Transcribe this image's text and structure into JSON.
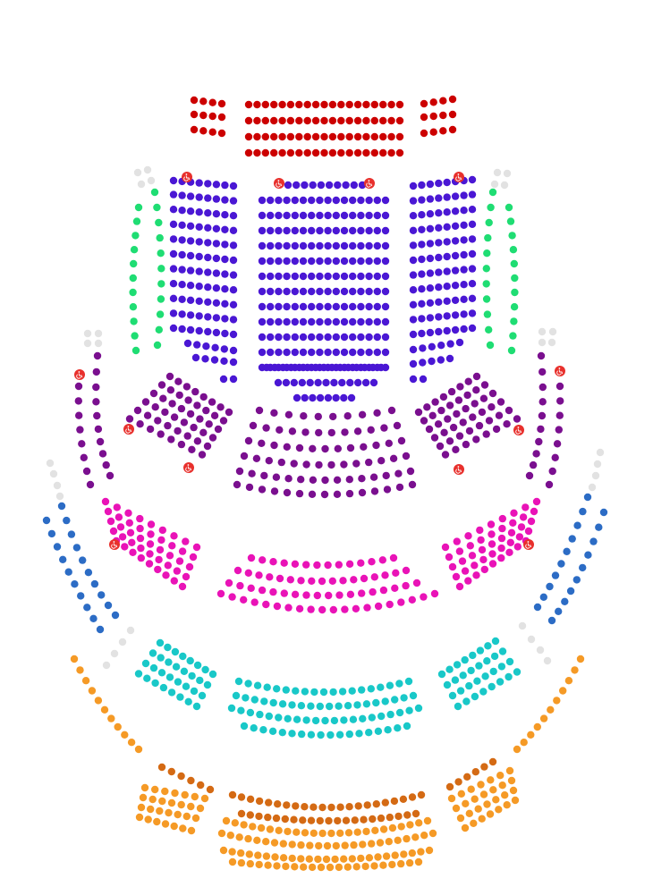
{
  "map": {
    "stage_label": "",
    "colors": {
      "red": "#cc0000",
      "blue_violet": "#4a17d4",
      "green": "#1fdd73",
      "purple": "#7a0f8f",
      "magenta": "#e913b7",
      "blue": "#2c6cc5",
      "teal": "#19c8c8",
      "orange": "#f59a26",
      "orange_dark": "#d46a14",
      "gray": "#e2e2e2",
      "accessible": "#e8302c"
    },
    "sections": [
      {
        "id": "stalls-front",
        "color": "red"
      },
      {
        "id": "stalls",
        "color": "blue_violet"
      },
      {
        "id": "stalls-side",
        "color": "green"
      },
      {
        "id": "dress-circle",
        "color": "purple"
      },
      {
        "id": "upper-circle",
        "color": "magenta"
      },
      {
        "id": "upper-circle-side",
        "color": "blue"
      },
      {
        "id": "grand-circle",
        "color": "teal"
      },
      {
        "id": "balcony",
        "color": "orange"
      },
      {
        "id": "balcony-rear",
        "color": "orange_dark"
      },
      {
        "id": "unavailable",
        "color": "gray"
      }
    ],
    "accessible_icon": "wheelchair-icon"
  }
}
